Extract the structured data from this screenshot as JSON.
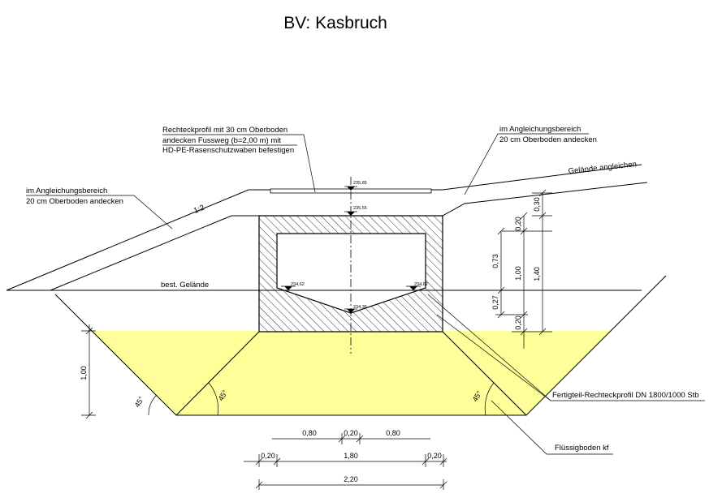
{
  "title": "BV: Kasbruch",
  "labels": {
    "top_note_1": "Rechteckprofil mit 30 cm Oberboden",
    "top_note_2": "andecken Fussweg (b=2,00 m) mit",
    "top_note_3": "HD-PE-Rasenschutzwaben befestigen",
    "right_note_1": "im Angleichungsbereich",
    "right_note_2": "20 cm Oberboden andecken",
    "left_note_1": "im Angleichungsbereich",
    "left_note_2": "20 cm Oberboden andecken",
    "gelaende_angleichen": "Gelände angleichen",
    "slope": "1:2",
    "best_gelaende": "best. Gelände",
    "profile": "Fertigteil-Rechteckprofil DN 1800/1000 Stb",
    "fluessigboden": "Flüssigboden kf"
  },
  "elevations": {
    "top": "235,85",
    "box_top": "235,55",
    "invert_left": "234,62",
    "invert_right": "234,62",
    "invert_center": "234,35"
  },
  "dimensions": {
    "right_0_30": "0,30",
    "right_0_20_a": "0,20",
    "right_0_73": "0,73",
    "right_0_27": "0,27",
    "right_1_00": "1,00",
    "right_0_20_b": "0,20",
    "right_1_40": "1,40",
    "left_1_00": "1,00",
    "angle_left": "45°",
    "angle_inner_left": "45°",
    "angle_inner_right": "45°",
    "bottom_0_80_a": "0,80",
    "bottom_0_20_a": "0,20",
    "bottom_0_80_b": "0,80",
    "bottom_0_20_b": "0,20",
    "bottom_1_80": "1,80",
    "bottom_0_20_c": "0,20",
    "bottom_2_20": "2,20"
  },
  "colors": {
    "fill": "#FFFF99",
    "hatch": "#000000",
    "line": "#000000"
  }
}
